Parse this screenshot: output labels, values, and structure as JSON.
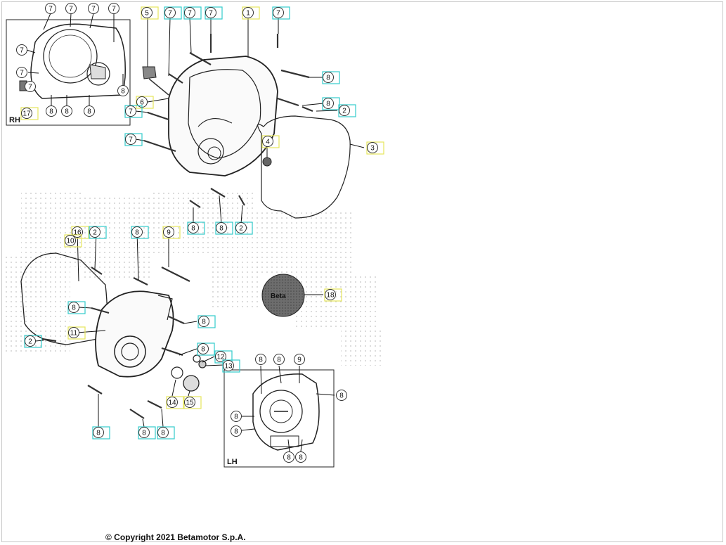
{
  "insets": {
    "rh_label": "RH",
    "lh_label": "LH"
  },
  "callouts": {
    "rh_inset": [
      "7",
      "7",
      "7",
      "7",
      "7",
      "7",
      "8",
      "7",
      "17",
      "8",
      "8",
      "8"
    ],
    "upper": [
      "5",
      "7",
      "7",
      "7",
      "1",
      "7",
      "8",
      "6",
      "8",
      "2",
      "7",
      "7",
      "4",
      "3",
      "8",
      "8",
      "2"
    ],
    "lower": [
      "16",
      "2",
      "8",
      "9",
      "10",
      "8",
      "8",
      "11",
      "2",
      "8",
      "12",
      "13",
      "14",
      "15",
      "8",
      "8",
      "8",
      "18"
    ],
    "lh_inset": [
      "8",
      "8",
      "9",
      "8",
      "8",
      "8",
      "8",
      "8"
    ]
  },
  "logo_text": "Beta",
  "copyright": "© Copyright 2021 Betamotor S.p.A."
}
